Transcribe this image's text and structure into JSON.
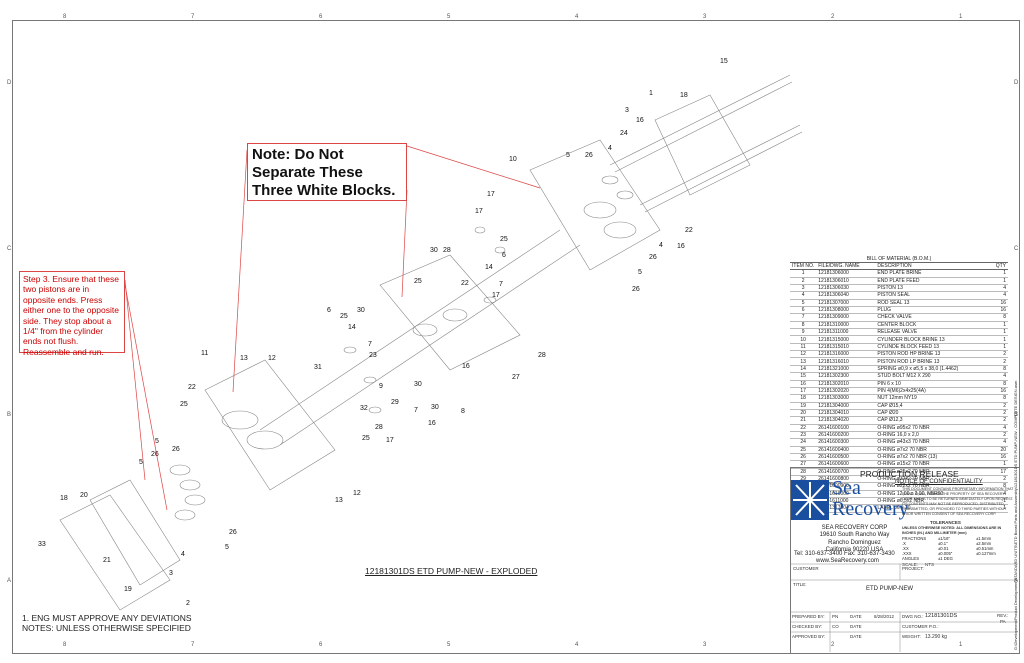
{
  "border": {
    "zones_top": [
      "8",
      "7",
      "6",
      "5",
      "4",
      "3",
      "2",
      "1"
    ],
    "zones_side": [
      "D",
      "C",
      "B",
      "A"
    ]
  },
  "notes": {
    "main_note": "Note: Do Not Separate These Three White Blocks.",
    "step3": "Step 3. Ensure that these two pistons are in opposite ends. Press either one to the opposite side. They stop about a 1/4\" from the cylinder ends not flush. Reassemble and run."
  },
  "callouts": [
    "15",
    "18",
    "1",
    "3",
    "16",
    "24",
    "4",
    "10",
    "5",
    "26",
    "22",
    "4",
    "16",
    "26",
    "5",
    "26",
    "17",
    "17",
    "25",
    "6",
    "14",
    "30",
    "28",
    "22",
    "7",
    "25",
    "17",
    "6",
    "25",
    "30",
    "14",
    "28",
    "16",
    "30",
    "27",
    "7",
    "31",
    "23",
    "11",
    "13",
    "12",
    "9",
    "32",
    "29",
    "30",
    "7",
    "16",
    "8",
    "22",
    "25",
    "17",
    "25",
    "28",
    "26",
    "5",
    "26",
    "5",
    "18",
    "20",
    "21",
    "4",
    "33",
    "19",
    "3",
    "2",
    "26",
    "5",
    "13",
    "12"
  ],
  "drawing_title": "12181301DS ETD PUMP-NEW - EXPLODED",
  "footnotes": {
    "line1": "1. ENG MUST APPROVE ANY DEVIATIONS",
    "line2": "NOTES: UNLESS OTHERWISE SPECIFIED"
  },
  "bom": {
    "title": "BILL OF MATERIAL (B.O.M.)",
    "columns": [
      "ITEM NO.",
      "FILE/DWG. NAME",
      "DESCRIPTION",
      "QTY"
    ],
    "rows": [
      [
        "1",
        "12181306000",
        "END PLATE BRINE",
        "1"
      ],
      [
        "2",
        "12181306010",
        "END PLATE FEED",
        "1"
      ],
      [
        "3",
        "12181306030",
        "PISTON 13",
        "4"
      ],
      [
        "4",
        "12181306040",
        "PISTON SEAL",
        "4"
      ],
      [
        "5",
        "12181307000",
        "ROD SEAL 13",
        "16"
      ],
      [
        "6",
        "12181308000",
        "PLUG",
        "16"
      ],
      [
        "7",
        "12181309000",
        "CHECK VALVE",
        "8"
      ],
      [
        "8",
        "12181310000",
        "CENTER BLOCK",
        "1"
      ],
      [
        "9",
        "12181311000",
        "RELEASE VALVE",
        "1"
      ],
      [
        "10",
        "12181315000",
        "CYLINDER BLOCK BRINE 13",
        "1"
      ],
      [
        "11",
        "12181315010",
        "CYLINDE BLOCK FEED 13",
        "1"
      ],
      [
        "12",
        "12181316000",
        "PISTON ROD HP BRINE 13",
        "2"
      ],
      [
        "13",
        "12181316010",
        "PISTON ROD LP BRINE 13",
        "2"
      ],
      [
        "14",
        "12181321000",
        "SPRING ø0,9 x ø5,5 x 38,0 (1.4462)",
        "8"
      ],
      [
        "15",
        "12181302300",
        "STUD BOLT M12 X 290",
        "4"
      ],
      [
        "16",
        "12181302010",
        "PIN 6 x 10",
        "8"
      ],
      [
        "17",
        "12181302020",
        "PIN 4(M6)2x4x25(4A)",
        "16"
      ],
      [
        "18",
        "12181303000",
        "NUT 12mm NY19",
        "8"
      ],
      [
        "19",
        "12181304000",
        "CAP Ø15,4",
        "2"
      ],
      [
        "20",
        "12181304010",
        "CAP Ø20",
        "2"
      ],
      [
        "21",
        "12181304020",
        "CAP Ø12,3",
        "2"
      ],
      [
        "22",
        "26141600100",
        "O-RING ø95x2 70 NBR",
        "4"
      ],
      [
        "23",
        "26141600200",
        "O-RING 16,0 x 2,0",
        "2"
      ],
      [
        "24",
        "26141600300",
        "O-RING ø43x3 70 NBR",
        "4"
      ],
      [
        "25",
        "26141600400",
        "O-RING ø7x2 70 NBR",
        "20"
      ],
      [
        "26",
        "26141600500",
        "O-RING ø7x2 70 NBR (13)",
        "16"
      ],
      [
        "27",
        "26141600600",
        "O-RING ø15x2 70 NBR",
        "1"
      ],
      [
        "28",
        "26141600700",
        "O-RING ø25x2 70 NBR",
        "17"
      ],
      [
        "29",
        "26141600800",
        "O-RING ø32x2 70 NBR",
        "2"
      ],
      [
        "30",
        "26141600900",
        "O-RING ø22x2 70 NBR",
        "8"
      ],
      [
        "31",
        "26141610000",
        "O-RING 12,00 x 2,00, NBR90",
        "4"
      ],
      [
        "32",
        "26141611000",
        "O-RING ø6,5x2 NBR",
        "1"
      ],
      [
        "33",
        "12181317004",
        "LABEL 80 x 30",
        "1"
      ]
    ]
  },
  "title_block": {
    "drawing_status_label": "DRAWING STATUS",
    "status": "PRODUCTION RELEASE",
    "confidentiality_title": "NOTICE OF CONFIDENTIALITY",
    "confidentiality_text": "THIS DOCUMENT CONTAINS PROPRIETARY INFORMATION THAT IS AND SHALL REMAIN THE PROPERTY OF SEA RECOVERY CORP. AND IS TO BE RETURNED IMMEDIATELY UPON REQUEST. ITS CONTENTS MAY NOT BE REPRODUCED, DISTRIBUTED, TRANSMITTED, OR PROVIDED TO THIRD PARTIES WITHOUT PRIOR WRITTEN CONSENT OF SEA RECOVERY CORP.",
    "logo_line1": "Sea",
    "logo_line2": "Recovery",
    "company": "SEA RECOVERY CORP",
    "addr1": "19610 South Rancho Way",
    "addr2": "Rancho Dominguez",
    "addr3": "California 90220 USA",
    "phone": "Tel: 310-637-3400    Fax: 310-637-3430",
    "web": "www.SeaRecovery.com",
    "tol_title": "TOLERANCES",
    "tol_sub": "UNLESS OTHERWISE NOTED: ALL DIMENSIONS ARE IN INCHES (IN.) AND MILLIMETER (mm)",
    "tol_rows": [
      [
        "FRACTIONS",
        "±1/16\"",
        "±1.5mm"
      ],
      [
        ".X",
        "±0.1\"",
        "±2.5mm"
      ],
      [
        ".XX",
        "±0.01",
        "±0.51mm"
      ],
      [
        ".XXX",
        "±0.005\"",
        "±0.127mm"
      ],
      [
        "ANGLES",
        "±1 DEG",
        ""
      ]
    ],
    "scale_label": "SCALE:",
    "scale": "NTS",
    "customer_label": "CUSTOMER",
    "project_label": "PROJECT:",
    "title_label": "TITLE:",
    "title": "ETD PUMP-NEW",
    "prepared_label": "PREPARED BY:",
    "prepared": "PN",
    "checked_label": "CHECKED BY:",
    "checked": "CO",
    "approved_label": "APPROVED BY:",
    "date_label": "DATE",
    "date": "8/28/2012",
    "dwg_label": "DWG NO.:",
    "dwg_no": "12181301DS",
    "rev_label": "REV.:",
    "rev": "PA",
    "customer_pn_label": "CUSTOMER P.O.:",
    "weight_label": "WEIGHT:",
    "weight": "13.290 kg"
  },
  "side_path": "G:\\Development\\Product Development\\STANDARD UNITS\\ETD Board Parts and Assembly\\12181301DS ETD PUMP-NEW - COMPLETE DESIGN.asm"
}
